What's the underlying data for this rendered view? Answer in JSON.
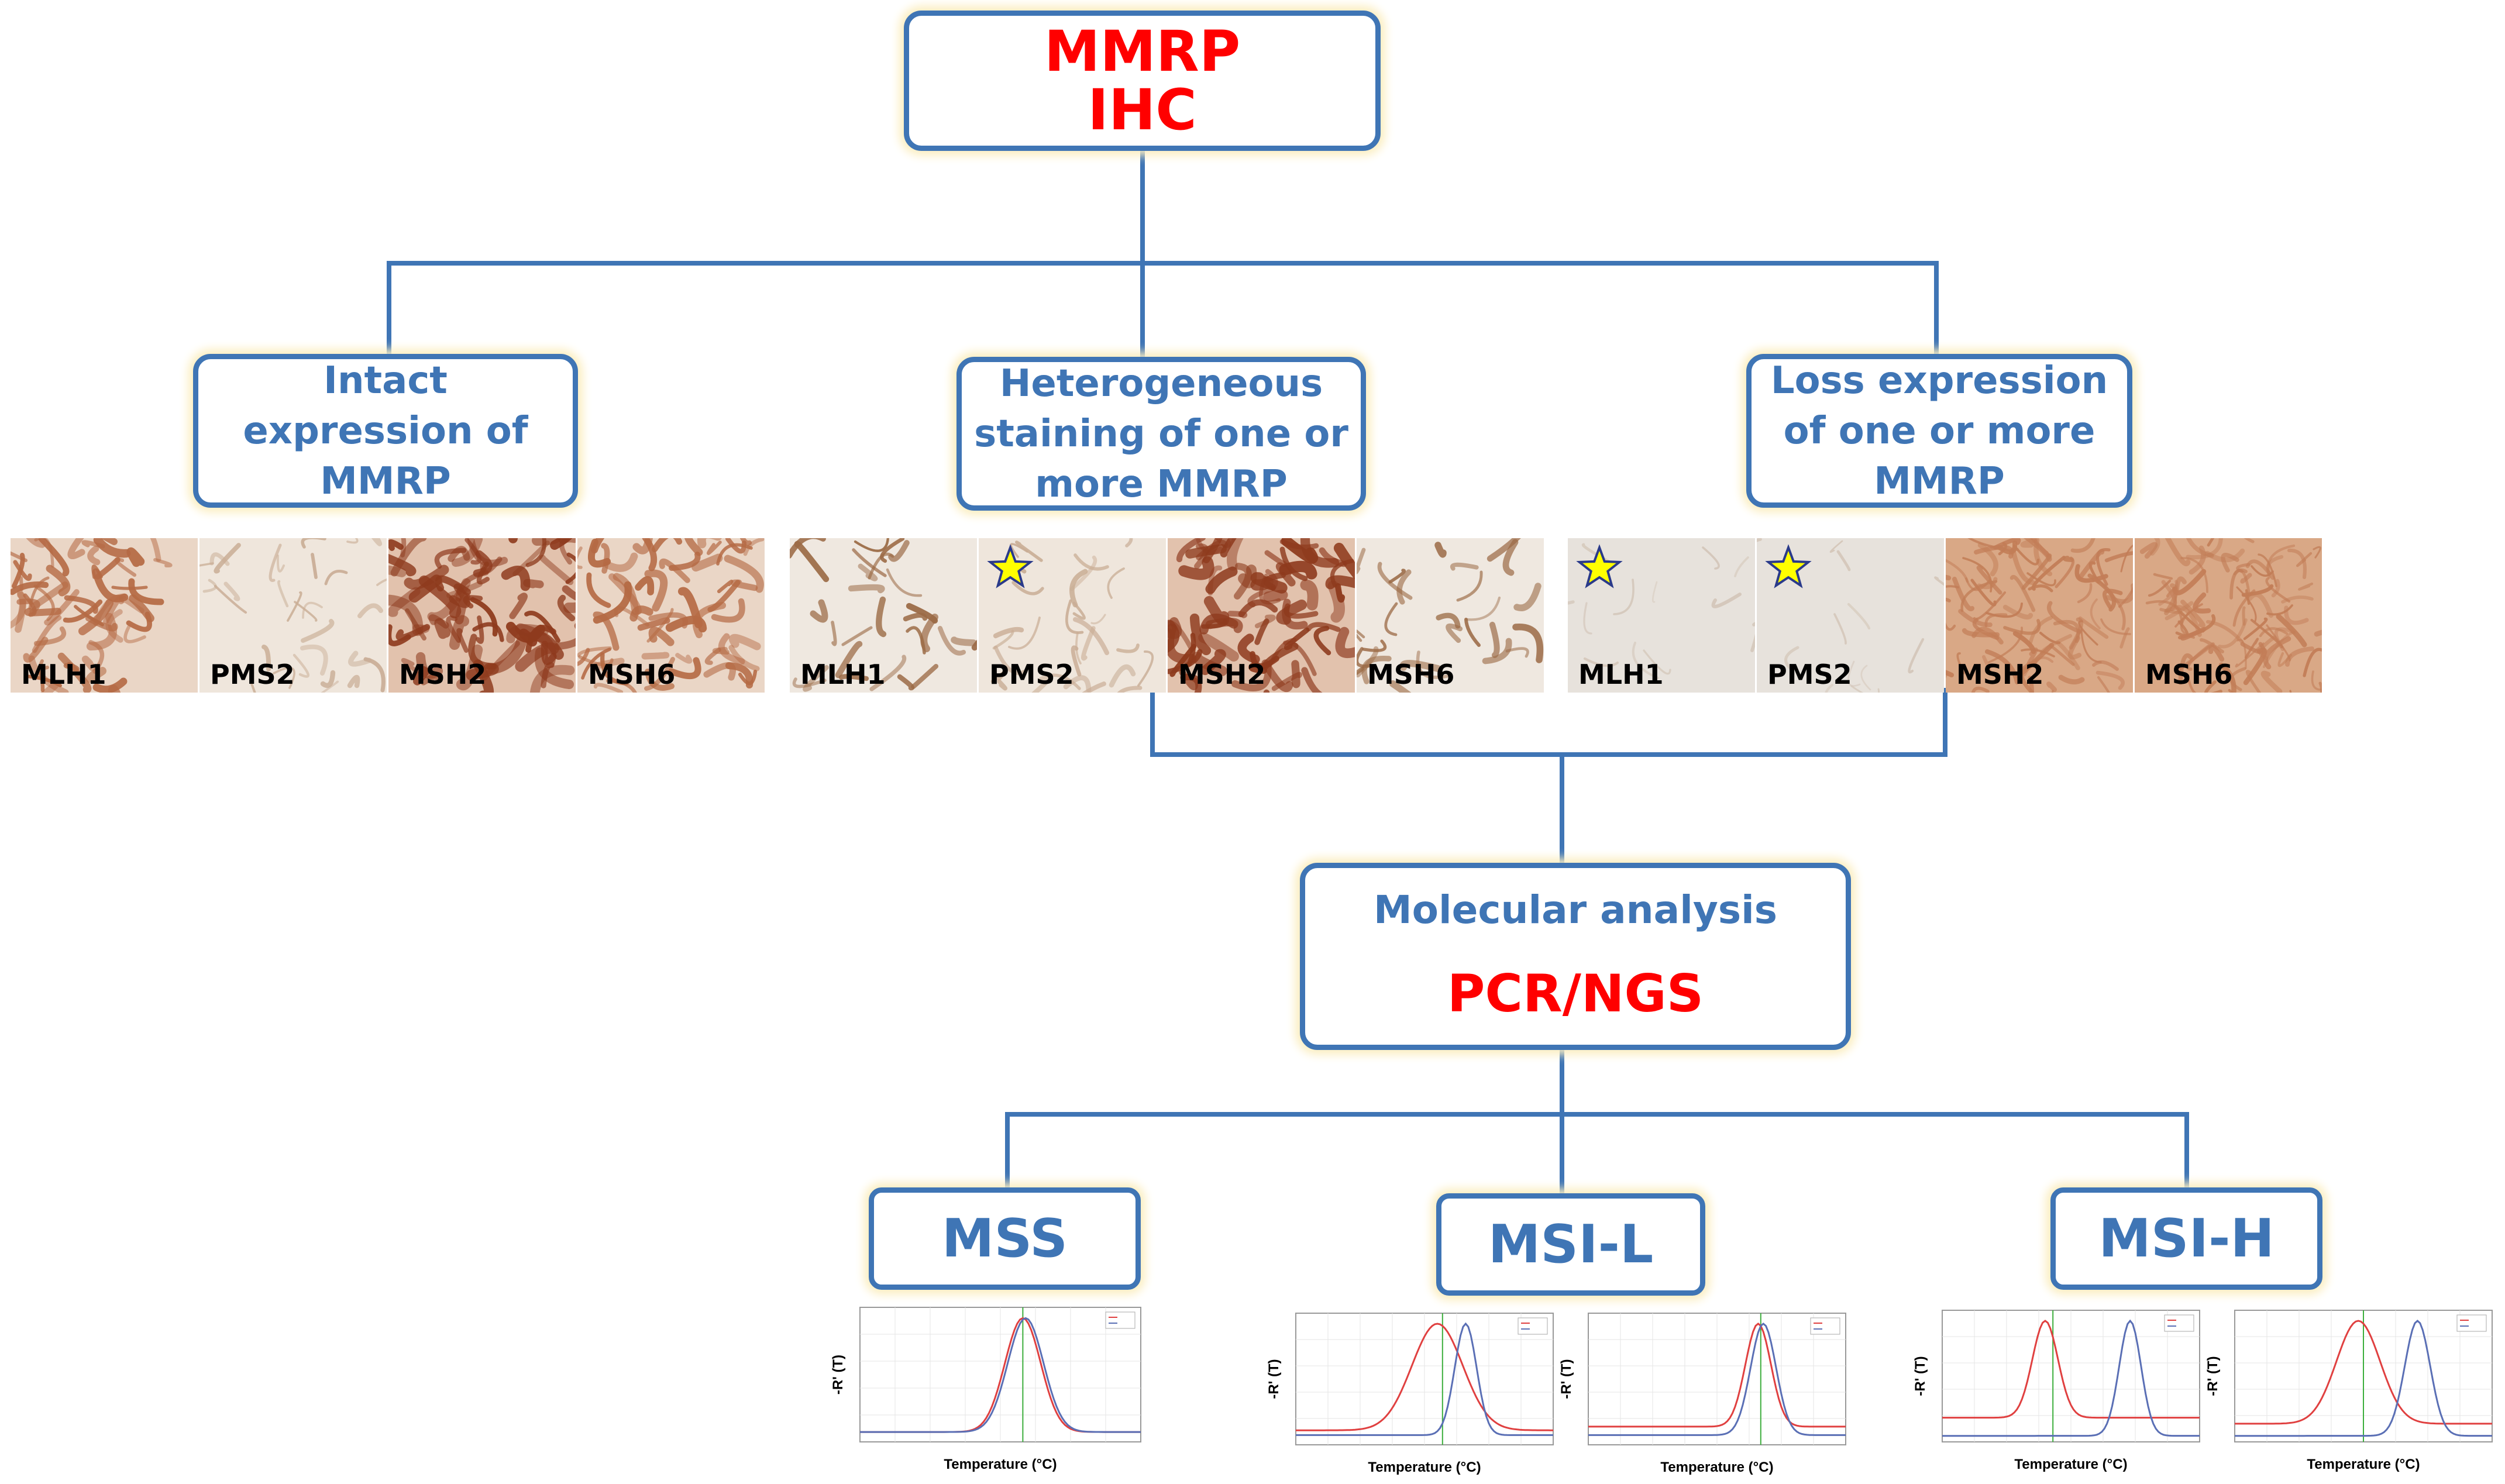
{
  "root": {
    "line1": "MMRP",
    "line2": "IHC"
  },
  "branches": [
    {
      "lines": [
        "Intact",
        "expression of",
        "MMRP"
      ]
    },
    {
      "lines": [
        "Heterogeneous",
        "staining of one or",
        "more MMRP"
      ]
    },
    {
      "lines": [
        "Loss expression",
        "of one or more",
        "MMRP"
      ]
    }
  ],
  "strips": [
    {
      "panels": [
        {
          "label": "MLH1",
          "star": false,
          "tone": "brown"
        },
        {
          "label": "PMS2",
          "star": false,
          "tone": "pale"
        },
        {
          "label": "MSH2",
          "star": false,
          "tone": "dark"
        },
        {
          "label": "MSH6",
          "star": false,
          "tone": "brown"
        }
      ]
    },
    {
      "panels": [
        {
          "label": "MLH1",
          "star": false,
          "tone": "light"
        },
        {
          "label": "PMS2",
          "star": true,
          "tone": "pale"
        },
        {
          "label": "MSH2",
          "star": false,
          "tone": "dark"
        },
        {
          "label": "MSH6",
          "star": false,
          "tone": "light"
        }
      ]
    },
    {
      "panels": [
        {
          "label": "MLH1",
          "star": true,
          "tone": "gray"
        },
        {
          "label": "PMS2",
          "star": true,
          "tone": "gray"
        },
        {
          "label": "MSH2",
          "star": false,
          "tone": "dense"
        },
        {
          "label": "MSH6",
          "star": false,
          "tone": "dense"
        }
      ]
    }
  ],
  "molecular": {
    "line1": "Molecular analysis",
    "line2": "PCR/NGS"
  },
  "outcomes": [
    {
      "label": "MSS"
    },
    {
      "label": "MSI-L"
    },
    {
      "label": "MSI-H"
    }
  ],
  "graph_axes": {
    "xlabel": "Temperature (°C)",
    "ylabel": "-R' (T)"
  },
  "colors": {
    "accent": "#3f75b5",
    "highlight": "#ff0000",
    "glow": "#fbeec0",
    "star": "#ffff00"
  },
  "chart_data": [
    {
      "type": "line",
      "group": "MSS",
      "xlabel": "Temperature (°C)",
      "ylabel": "-R' (T)",
      "series": [
        {
          "color": "#e04040",
          "peak": 0.58,
          "width": 0.09,
          "base": 0.08
        },
        {
          "color": "#5a6fb5",
          "peak": 0.59,
          "width": 0.09,
          "base": 0.08
        }
      ],
      "marker": 0.58
    },
    {
      "type": "line",
      "group": "MSI-L",
      "xlabel": "Temperature (°C)",
      "ylabel": "-R' (T)",
      "series": [
        {
          "color": "#e04040",
          "peak": 0.55,
          "width": 0.14,
          "base": 0.12
        },
        {
          "color": "#5a6fb5",
          "peak": 0.66,
          "width": 0.06,
          "base": 0.08
        }
      ],
      "marker": 0.57
    },
    {
      "type": "line",
      "group": "MSI-L",
      "xlabel": "Temperature (°C)",
      "ylabel": "-R' (T)",
      "series": [
        {
          "color": "#e04040",
          "peak": 0.66,
          "width": 0.07,
          "base": 0.15
        },
        {
          "color": "#5a6fb5",
          "peak": 0.68,
          "width": 0.07,
          "base": 0.08
        }
      ],
      "marker": 0.67
    },
    {
      "type": "line",
      "group": "MSI-H",
      "xlabel": "Temperature (°C)",
      "ylabel": "-R' (T)",
      "series": [
        {
          "color": "#e04040",
          "peak": 0.4,
          "width": 0.07,
          "base": 0.2
        },
        {
          "color": "#5a6fb5",
          "peak": 0.73,
          "width": 0.06,
          "base": 0.05
        }
      ],
      "marker": 0.43
    },
    {
      "type": "line",
      "group": "MSI-H",
      "xlabel": "Temperature (°C)",
      "ylabel": "-R' (T)",
      "series": [
        {
          "color": "#e04040",
          "peak": 0.48,
          "width": 0.12,
          "base": 0.15
        },
        {
          "color": "#5a6fb5",
          "peak": 0.71,
          "width": 0.07,
          "base": 0.05
        }
      ],
      "marker": 0.5
    }
  ]
}
